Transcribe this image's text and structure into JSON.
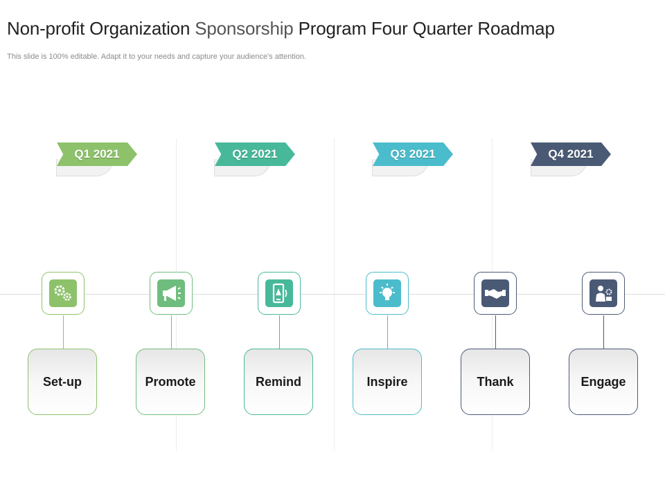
{
  "header": {
    "title_part1": "Non-profit Organization ",
    "title_highlight": "Sponsorship",
    "title_part2": " Program Four Quarter Roadmap",
    "subtitle": "This slide is 100% editable. Adapt it to your needs and capture your audience's attention."
  },
  "quarters": [
    {
      "label": "Q1 2021",
      "color": "#8dc26b"
    },
    {
      "label": "Q2 2021",
      "color": "#47b99a"
    },
    {
      "label": "Q3 2021",
      "color": "#4bbccb"
    },
    {
      "label": "Q4 2021",
      "color": "#4a5a75"
    }
  ],
  "steps": [
    {
      "label": "Set-up",
      "icon": "gears-icon",
      "color": "#8dc26b"
    },
    {
      "label": "Promote",
      "icon": "megaphone-icon",
      "color": "#6fbd7e"
    },
    {
      "label": "Remind",
      "icon": "phone-alert-icon",
      "color": "#47b99a"
    },
    {
      "label": "Inspire",
      "icon": "lightbulb-icon",
      "color": "#4bbccb"
    },
    {
      "label": "Thank",
      "icon": "handshake-icon",
      "color": "#4a5a75"
    },
    {
      "label": "Engage",
      "icon": "volunteer-icon",
      "color": "#4a5a75"
    }
  ]
}
